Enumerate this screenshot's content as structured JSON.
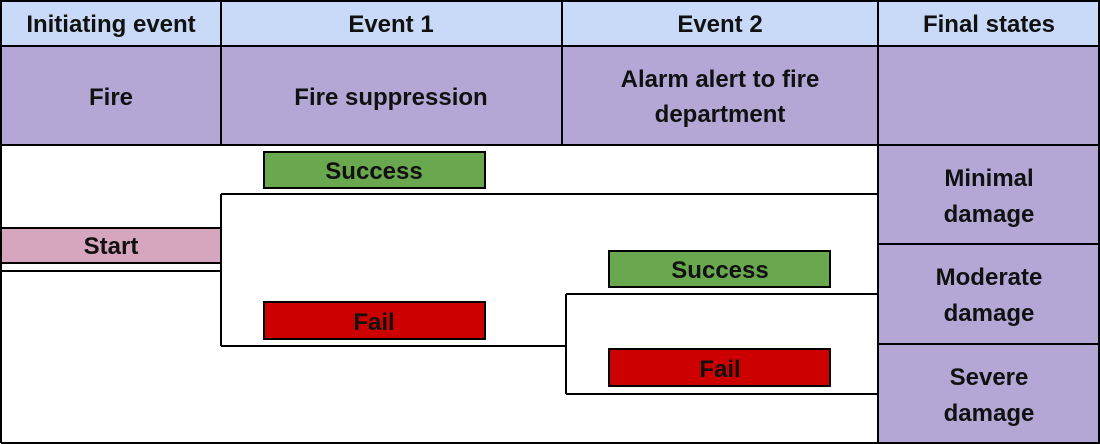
{
  "header": {
    "col1": "Initiating event",
    "col2": "Event 1",
    "col3": "Event 2",
    "col4": "Final states"
  },
  "subheader": {
    "col1": "Fire",
    "col2": "Fire suppression",
    "col3_line1": "Alarm alert to fire",
    "col3_line2": "department",
    "col4": ""
  },
  "branches": {
    "start": "Start",
    "event1_success": "Success",
    "event1_fail": "Fail",
    "event2_success": "Success",
    "event2_fail": "Fail"
  },
  "final_states": {
    "minimal_line1": "Minimal",
    "minimal_line2": "damage",
    "moderate_line1": "Moderate",
    "moderate_line2": "damage",
    "severe_line1": "Severe",
    "severe_line2": "damage"
  },
  "colors": {
    "header_fill": "#c9daf8",
    "subheader_fill": "#b4a7d6",
    "start_fill": "#d5a6bd",
    "success_fill": "#6aa84f",
    "fail_fill": "#cc0000",
    "final_fill": "#b4a7d6",
    "line": "#000000"
  }
}
